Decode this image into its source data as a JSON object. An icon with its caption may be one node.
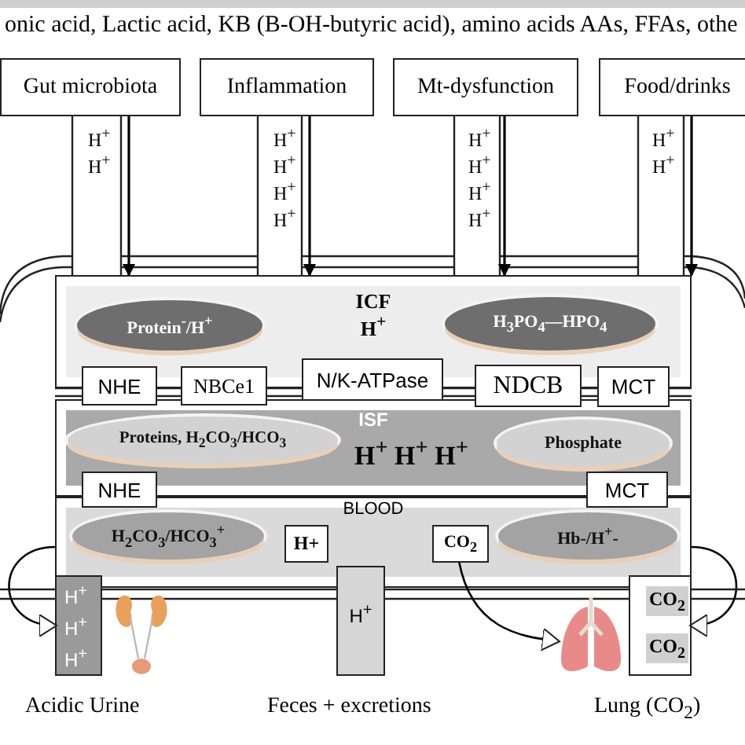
{
  "diagram": {
    "nodes": [
      {
        "text": [
          "Gut microbiota"
        ]
      },
      {
        "text": [
          "Inflammation"
        ]
      },
      {
        "text": [
          "Mt-dysfunction"
        ]
      },
      {
        "text": [
          "Food/drinks"
        ]
      },
      {
        "text": [
          "ICF",
          "H$^{+}$"
        ]
      },
      {
        "text": [
          "Protein$^{-}$/H$^{+}$"
        ],
        "in": 4
      },
      {
        "text": [
          "H$_{3}$PO$_{4}$—HPO$_{4}$"
        ],
        "in": 4
      },
      {
        "text": [
          "NHE"
        ]
      },
      {
        "text": [
          "NBCe1"
        ]
      },
      {
        "text": [
          "N/K-ATPase"
        ]
      },
      {
        "text": [
          "NDCB"
        ]
      },
      {
        "text": [
          "MCT"
        ]
      },
      {
        "text": [
          "ISF",
          "H$^{+}$ H$^{+}$ H$^{+}$"
        ]
      },
      {
        "text": [
          "Proteins, H$_{2}$CO$_{3}$/HCO$_{3}$"
        ],
        "in": 12
      },
      {
        "text": [
          "Phosphate"
        ],
        "in": 12
      },
      {
        "text": [
          "NHE"
        ]
      },
      {
        "text": [
          "MCT"
        ]
      },
      {
        "text": [
          "BLOOD"
        ]
      },
      {
        "text": [
          "H$_{2}$CO$_{3}$/HCO$_{3}$$^{+}$"
        ],
        "in": 17
      },
      {
        "text": [
          "H+"
        ],
        "in": 17
      },
      {
        "text": [
          "CO$_{2}$"
        ],
        "in": 17
      },
      {
        "text": [
          "Hb-/H$^{+}$-"
        ],
        "in": 17
      },
      {
        "text": [
          "H$^{+}$",
          "H$^{+}$",
          "H$^{+}$"
        ]
      },
      {
        "text": [
          "H$^{+}$"
        ]
      },
      {
        "text": [
          "CO$_{2}$",
          "CO$_{2}$"
        ]
      },
      {
        "text": [],
        "shape": "picture"
      }
    ],
    "edges": [
      {
        "from": 0,
        "to": 4,
        "arrow": "to"
      },
      {
        "from": 1,
        "to": 4,
        "arrow": "to"
      },
      {
        "from": 2,
        "to": 4,
        "arrow": "to"
      },
      {
        "from": 3,
        "to": 4,
        "arrow": "to"
      },
      {
        "from": 20,
        "to": 25,
        "arrow": "to"
      },
      {
        "from": 17,
        "to": 22,
        "arrow": "to"
      },
      {
        "from": 17,
        "to": 24,
        "arrow": "to"
      }
    ],
    "labels": [
      "onic acid, Lactic acid, KB (B-OH-butyric acid), amino acids AAs, FFAs, othe",
      "H$^{+}$",
      "H$^{+}$",
      "H$^{+}$",
      "H$^{+}$",
      "H$^{+}$",
      "H$^{+}$",
      "H$^{+}$",
      "H$^{+}$",
      "H$^{+}$",
      "H$^{+}$",
      "H$^{+}$",
      "H$^{+}$",
      "Acidic Urine",
      "Feces + excretions",
      "Lung (CO$_{2}$)"
    ]
  }
}
